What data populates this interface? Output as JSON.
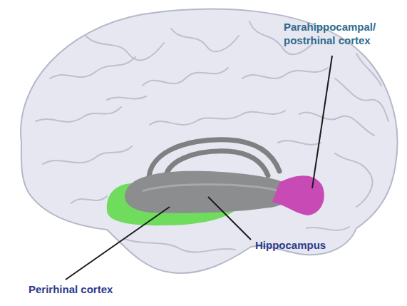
{
  "diagram": {
    "labels": [
      "Parahippocampal/ postrhinal cortex",
      "Hippocampus",
      "Perirhinal cortex"
    ]
  }
}
